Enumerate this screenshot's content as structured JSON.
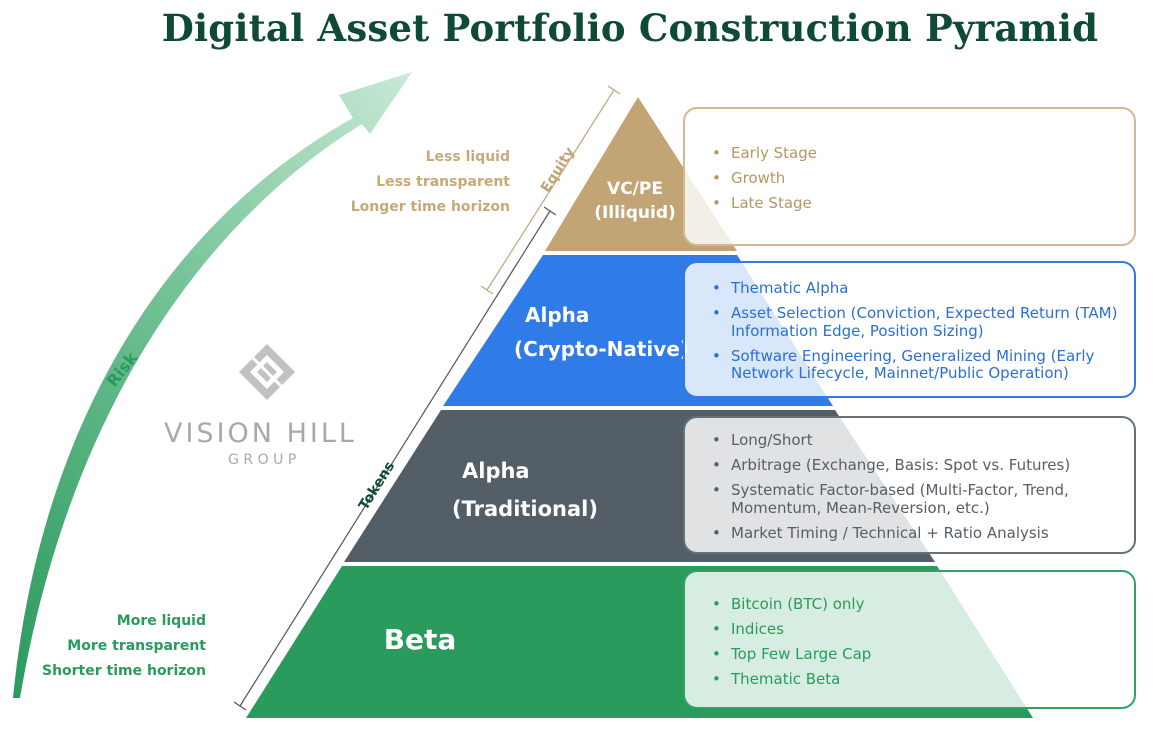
{
  "title": "Digital Asset Portfolio Construction Pyramid",
  "risk_label": "Risk",
  "equity_label": "Equity",
  "tokens_label": "Tokens",
  "logo": {
    "name": "VISION HILL",
    "sub": "GROUP"
  },
  "top_side_notes": [
    "Less liquid",
    "Less transparent",
    "Longer time horizon"
  ],
  "bottom_side_notes": [
    "More liquid",
    "More transparent",
    "Shorter time horizon"
  ],
  "tiers": [
    {
      "label_1": "VC/PE",
      "label_2": "(Illiquid)",
      "color": "#c2a475",
      "items": [
        "Early Stage",
        "Growth",
        "Late Stage"
      ]
    },
    {
      "label_1": "Alpha",
      "label_2": "(Crypto-Native)",
      "color": "#2f7be8",
      "items": [
        "Thematic Alpha",
        "Asset Selection (Conviction, Expected Return (TAM) Information Edge, Position Sizing)",
        "Software Engineering, Generalized Mining (Early Network Lifecycle, Mainnet/Public Operation)"
      ]
    },
    {
      "label_1": "Alpha",
      "label_2": "(Traditional)",
      "color": "#535e66",
      "items": [
        "Long/Short",
        "Arbitrage (Exchange, Basis: Spot vs. Futures)",
        "Systematic Factor-based (Multi-Factor, Trend, Momentum, Mean-Reversion, etc.)",
        "Market Timing / Technical + Ratio Analysis"
      ]
    },
    {
      "label_1": "Beta",
      "color": "#2a9a5d",
      "items": [
        "Bitcoin (BTC) only",
        "Indices",
        "Top Few Large Cap",
        "Thematic Beta"
      ]
    }
  ]
}
